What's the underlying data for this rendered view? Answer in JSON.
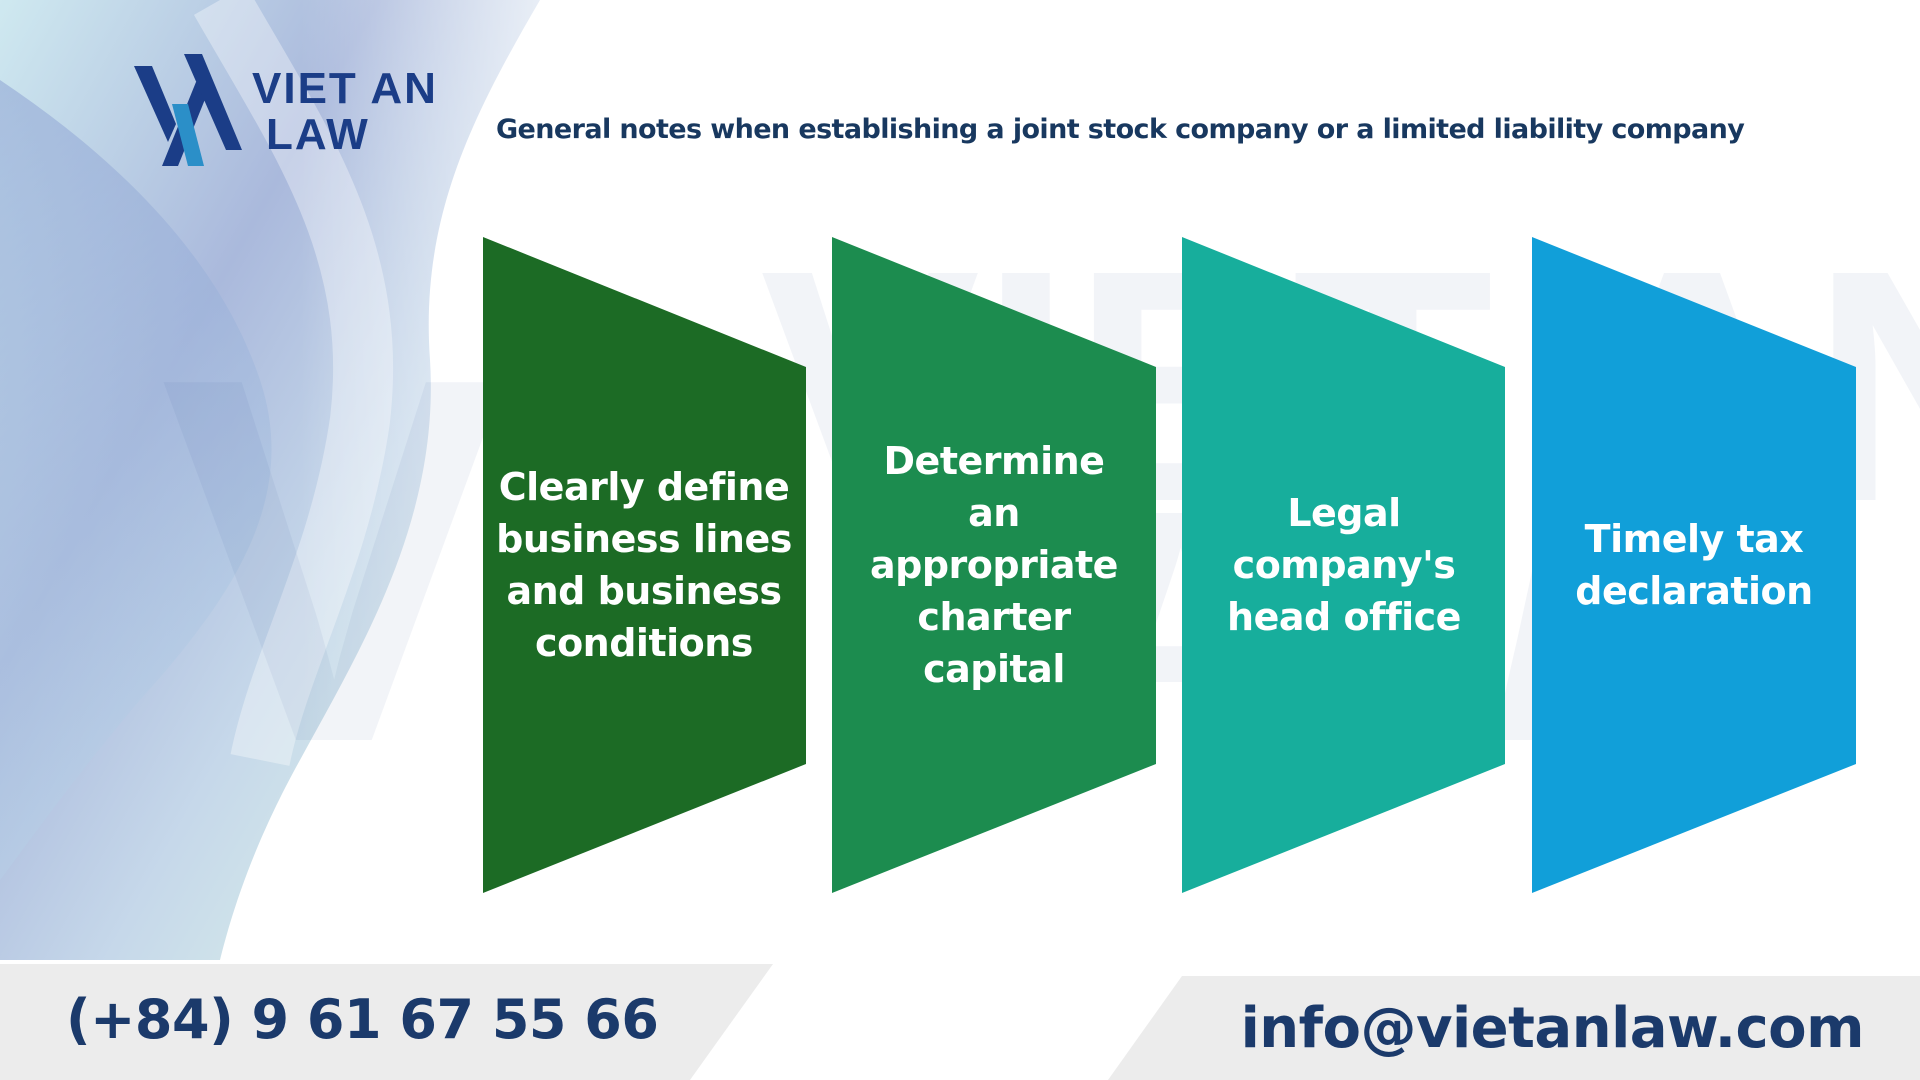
{
  "brand": {
    "line1": "VIET AN",
    "line2": "LAW",
    "color": "#1b3d87"
  },
  "headline": "General notes when establishing a joint stock company or a limited liability company",
  "steps": [
    {
      "lines": [
        "Clearly define",
        "business lines",
        "and business",
        "conditions"
      ],
      "color": "#1c6b25"
    },
    {
      "lines": [
        "Determine",
        "an",
        "appropriate",
        "charter",
        "capital"
      ],
      "color": "#1c8c4f"
    },
    {
      "lines": [
        "Legal",
        "company's",
        "head office"
      ],
      "color": "#17ae9c"
    },
    {
      "lines": [
        "Timely tax",
        "declaration"
      ],
      "color": "#119fd9"
    }
  ],
  "contact": {
    "phone": "(+84) 9 61 67 55 66",
    "email": "info@vietanlaw.com"
  }
}
